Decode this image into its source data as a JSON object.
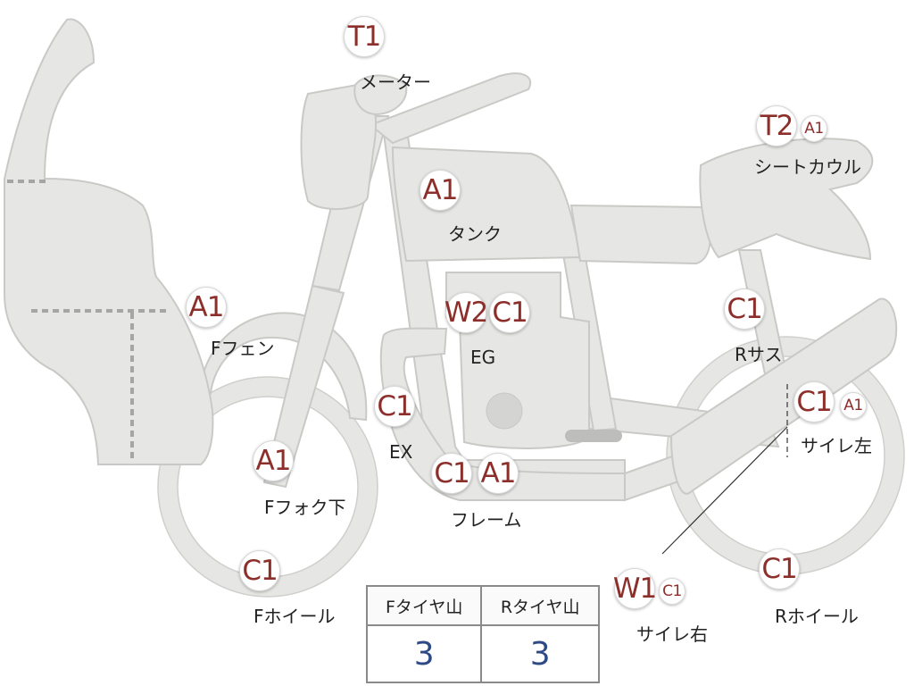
{
  "badges": {
    "meter_grade": "T1",
    "tank_grade": "A1",
    "seat_cowl_grade": "T2",
    "seat_cowl_sub_grade": "A1",
    "f_fender_grade": "A1",
    "engine_grade_w": "W2",
    "engine_grade_c": "C1",
    "r_sus_grade": "C1",
    "exhaust_grade": "C1",
    "silencer_left_grade": "C1",
    "silencer_left_sub_grade": "A1",
    "f_fork_lower_grade": "A1",
    "frame_grade_c": "C1",
    "frame_grade_a": "A1",
    "f_wheel_grade": "C1",
    "silencer_right_grade": "W1",
    "silencer_right_sub_grade": "C1",
    "r_wheel_grade": "C1"
  },
  "labels": {
    "meter": "メーター",
    "tank": "タンク",
    "seat_cowl": "シートカウル",
    "f_fender": "Fフェン",
    "engine": "EG",
    "r_sus": "Rサス",
    "exhaust": "EX",
    "silencer_left": "サイレ左",
    "f_fork_lower": "Fフォク下",
    "frame": "フレーム",
    "f_wheel": "Fホイール",
    "silencer_right": "サイレ右",
    "r_wheel": "Rホイール"
  },
  "tire_table": {
    "headers": [
      "Fタイヤ山",
      "Rタイヤ山"
    ],
    "values": [
      "3",
      "3"
    ]
  },
  "colors": {
    "part_fill": "#e6e6e4",
    "grade_text": "#8c2f2b",
    "tire_value_text": "#2e4a86"
  }
}
